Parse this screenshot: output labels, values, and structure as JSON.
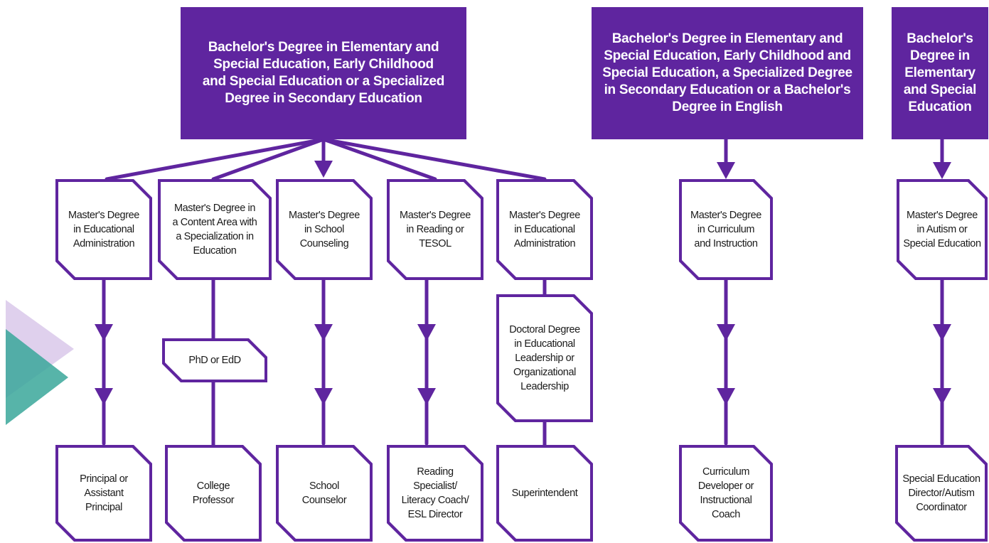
{
  "colors": {
    "brand_purple": "#5f259f",
    "box_fill": "#ffffff",
    "box_text": "#1a1a1a",
    "header_text": "#ffffff",
    "deco_lavender": "#d9c8ea",
    "deco_teal": "#3aa79a"
  },
  "headers": [
    {
      "id": "h1",
      "text": "Bachelor's Degree in Elementary and\nSpecial Education, Early Childhood\nand Special Education or a Specialized\nDegree in Secondary Education"
    },
    {
      "id": "h2",
      "text": "Bachelor's Degree in Elementary and\nSpecial Education, Early Childhood and\nSpecial Education, a Specialized Degree\nin Secondary Education or a Bachelor's\nDegree in English"
    },
    {
      "id": "h3",
      "text": "Bachelor's\nDegree in\nElementary\nand Special\nEducation"
    }
  ],
  "masters": [
    {
      "id": "m1",
      "text": "Master's Degree\nin Educational\nAdministration"
    },
    {
      "id": "m2",
      "text": "Master's Degree in\na Content Area with\na Specialization in\nEducation"
    },
    {
      "id": "m3",
      "text": "Master's Degree\nin School\nCounseling"
    },
    {
      "id": "m4",
      "text": "Master's Degree\nin Reading or\nTESOL"
    },
    {
      "id": "m5",
      "text": "Master's Degree\nin Educational\nAdministration"
    },
    {
      "id": "m6",
      "text": "Master's Degree\nin Curriculum\nand Instruction"
    },
    {
      "id": "m7",
      "text": "Master's Degree\nin Autism or\nSpecial Education"
    }
  ],
  "middle": [
    {
      "id": "phd",
      "text": "PhD or EdD"
    },
    {
      "id": "doc",
      "text": "Doctoral Degree\nin Educational\nLeadership or\nOrganizational\nLeadership"
    }
  ],
  "careers": [
    {
      "id": "c1",
      "text": "Principal or\nAssistant\nPrincipal"
    },
    {
      "id": "c2",
      "text": "College\nProfessor"
    },
    {
      "id": "c3",
      "text": "School\nCounselor"
    },
    {
      "id": "c4",
      "text": "Reading\nSpecialist/\nLiteracy Coach/\nESL Director"
    },
    {
      "id": "c5",
      "text": "Superintendent"
    },
    {
      "id": "c6",
      "text": "Curriculum\nDeveloper or\nInstructional\nCoach"
    },
    {
      "id": "c7",
      "text": "Special Education\nDirector/Autism\nCoordinator"
    }
  ]
}
